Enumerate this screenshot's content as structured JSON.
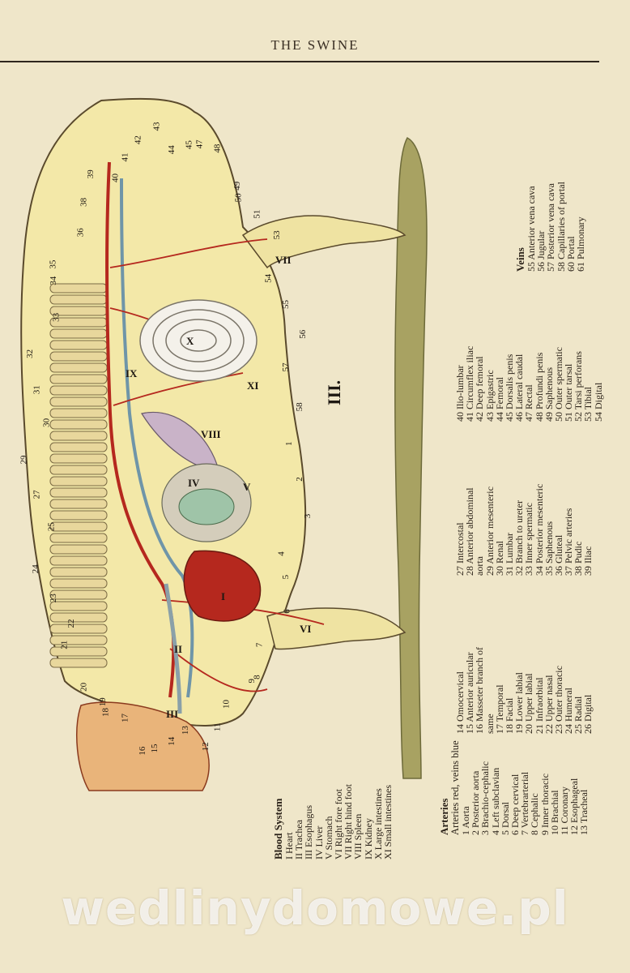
{
  "running_head": "THE SWINE",
  "plate_label": "III.",
  "blood_system": {
    "title": "Blood System",
    "items": [
      "I  Heart",
      "II  Trachea",
      "III  Esophagus",
      "IV  Liver",
      "V  Stomach",
      "VI  Right fore foot",
      "VII  Right hind foot",
      "VIII  Spleen",
      "IX  Kidney",
      "X  Large intestines",
      "XI  Small intestines"
    ]
  },
  "arteries": {
    "title": "Arteries",
    "subtitle": "Arteries red, veins blue",
    "col1": [
      "1  Aorta",
      "2  Posterior aorta",
      "3  Brachio-cephalic",
      "4  Left subclavian",
      "5  Dorsal",
      "6  Deep cervical",
      "7  Vertebrarterial",
      "8  Cephalic",
      "9  Inner thoracic",
      "10  Brachial",
      "11  Coronary",
      "12  Esophageal",
      "13  Tracheal"
    ],
    "col2": [
      "14  Omocervical",
      "15  Anterior auricular",
      "16  Masseter branch of",
      "      same",
      "17  Temporal",
      "18  Facial",
      "19  Lower labial",
      "20  Upper labial",
      "21  Infraorbital",
      "22  Upper nasal",
      "23  Outer thoracic",
      "24  Humeral",
      "25  Radial",
      "26  Digital"
    ],
    "col3": [
      "27  Intercostal",
      "28  Anterior abdominal",
      "      aorta",
      "29  Anterior mesenteric",
      "30  Renal",
      "31  Lumbar",
      "32  Branch to ureter",
      "33  Inner spermatic",
      "34  Posterior mesenteric",
      "35  Saphenous",
      "36  Gluteal",
      "37  Pelvic  arteries",
      "38  Pudic",
      "39  Iliac"
    ],
    "col4": [
      "40  Ilio-lumbar",
      "41  Circumflex iliac",
      "42  Deep femoral",
      "43  Epigastric",
      "44  Femoral",
      "45  Dorsalis penis",
      "46  Lateral caudal",
      "47  Rectal",
      "48  Profundi penis",
      "49  Saphenous",
      "50  Outer spermatic",
      "51  Outer tarsal",
      "52  Tarsi  perforans",
      "53  Tibial",
      "54  Digital"
    ]
  },
  "veins": {
    "title": "Veins",
    "items": [
      "55  Anterior vena cava",
      "56  Jugular",
      "57  Posterior vena cava",
      "58  Capillaries of portal",
      "60  Portal",
      "61  Pulmonary"
    ]
  },
  "diagram_numbers": [
    "1",
    "2",
    "3",
    "4",
    "5",
    "6",
    "7",
    "8",
    "9",
    "10",
    "11",
    "12",
    "13",
    "14",
    "15",
    "16",
    "17",
    "18",
    "19",
    "20",
    "21",
    "22",
    "23",
    "24",
    "25",
    "27",
    "29",
    "30",
    "31",
    "32",
    "33",
    "34",
    "35",
    "36",
    "38",
    "39",
    "40",
    "41",
    "42",
    "43",
    "44",
    "45",
    "47",
    "48",
    "49",
    "50",
    "51",
    "53",
    "54",
    "55",
    "56",
    "57",
    "58"
  ],
  "diagram_romans": [
    "I",
    "II",
    "III",
    "IV",
    "V",
    "VI",
    "VII",
    "VIII",
    "IX",
    "X",
    "XI"
  ],
  "watermark": "wedlinydomowe.pl",
  "colors": {
    "paper": "#efe6c9",
    "body_fill": "#f3e8a8",
    "artery": "#b5281e",
    "vein": "#6f95a8",
    "ground": "#a8a262"
  }
}
